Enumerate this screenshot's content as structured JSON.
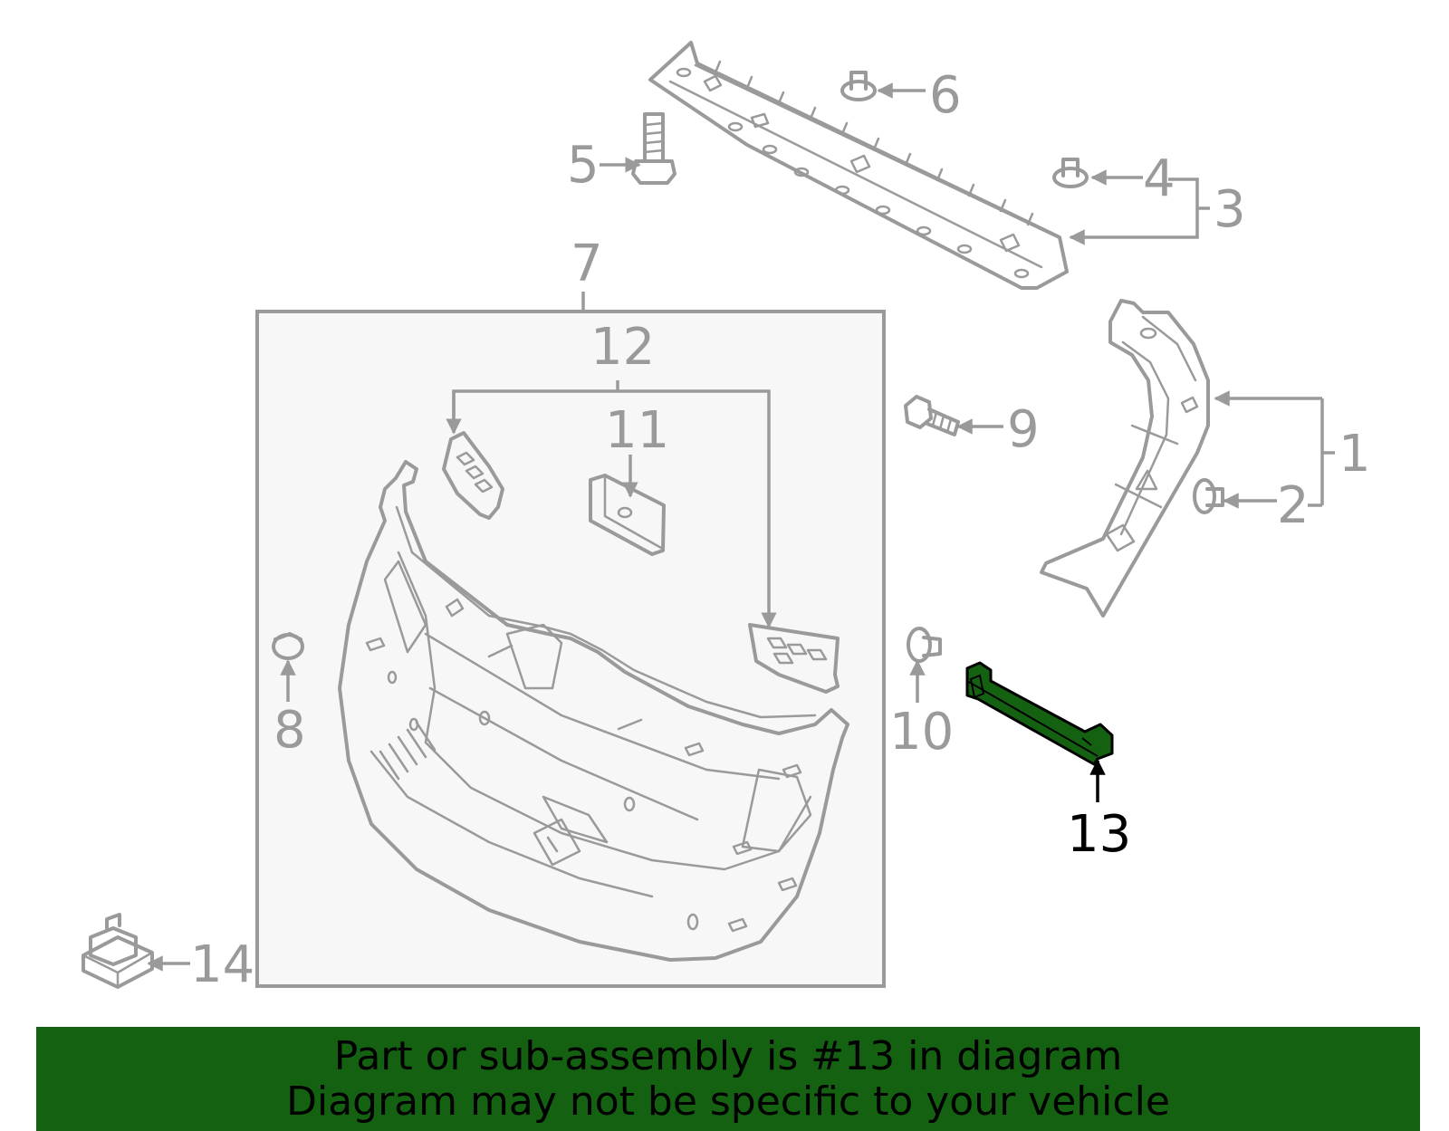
{
  "callouts": {
    "c1": "1",
    "c2": "2",
    "c3": "3",
    "c4": "4",
    "c5": "5",
    "c6": "6",
    "c7": "7",
    "c8": "8",
    "c9": "9",
    "c10": "10",
    "c11": "11",
    "c12": "12",
    "c13": "13",
    "c14": "14"
  },
  "highlight": {
    "part": "13",
    "color": "#156112"
  },
  "banner": {
    "line1": "Part or sub-assembly is #13 in diagram",
    "line2": "Diagram may not be specific to your vehicle",
    "background": "#156112"
  },
  "colors": {
    "linework": "#9a9a9a",
    "panel_fill": "#f7f7f7"
  }
}
